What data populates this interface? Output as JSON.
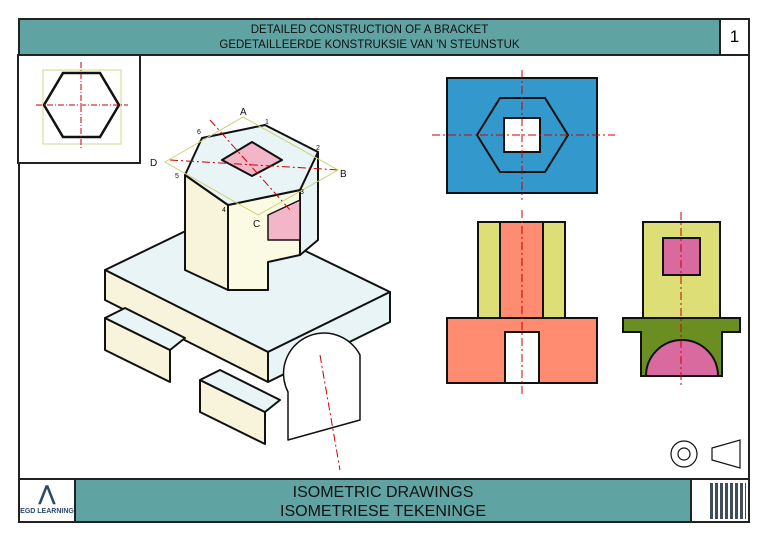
{
  "header": {
    "title_en": "DETAILED CONSTRUCTION OF A BRACKET",
    "title_af": "GEDETAILLEERDE KONSTRUKSIE VAN 'N STEUNSTUK",
    "sheet_number": "1"
  },
  "footer": {
    "title_en": "ISOMETRIC DRAWINGS",
    "title_af": "ISOMETRIESE TEKENINGE",
    "logo_text": "EGD LEARNING"
  },
  "isometric_labels": {
    "A": "A",
    "B": "B",
    "C": "C",
    "D": "D",
    "p1": "1",
    "p2": "2",
    "p3": "3",
    "p4": "4",
    "p5": "5",
    "p6": "6"
  },
  "colors": {
    "header": "#5fa3a3",
    "top_view": "#3399cc",
    "front_upright": "#dede77",
    "front_center": "#ff8c70",
    "side_base": "#6b8e23",
    "side_pink": "#d86aa0",
    "centerline": "#cc0000"
  }
}
